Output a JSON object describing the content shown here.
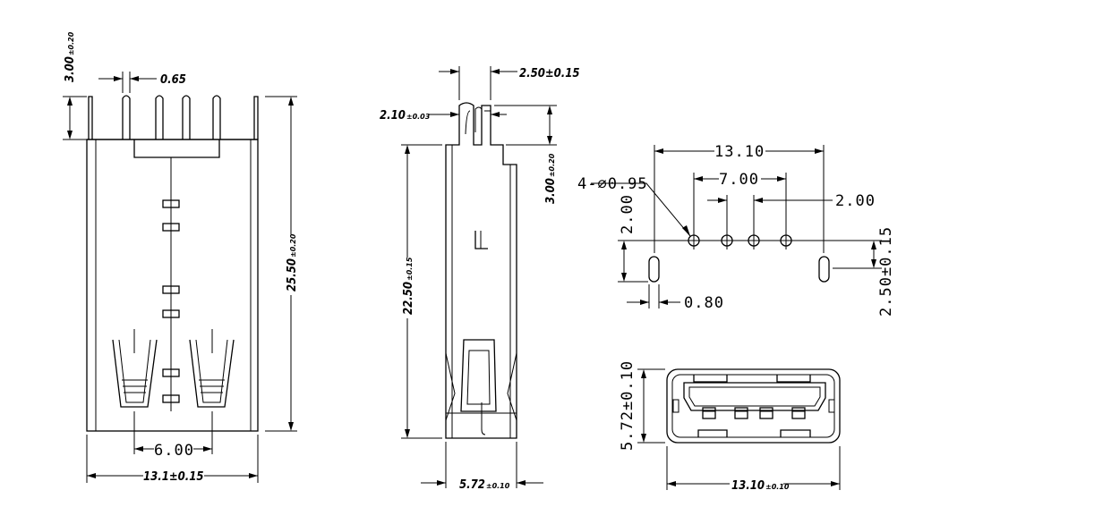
{
  "views": {
    "front": {
      "pin_height": "3.00",
      "pin_height_tol": "±0.20",
      "pin_width": "0.65",
      "body_height": "25.50",
      "body_height_tol": "±0.20",
      "spring_pitch": "6.00",
      "width": "13.1",
      "width_tol": "±0.15"
    },
    "side": {
      "pin_offset": "2.50",
      "pin_offset_tol": "±0.15",
      "pin_thickness": "2.10",
      "pin_thickness_tol": "±0.03",
      "pin_length": "3.00",
      "pin_length_tol": "±0.20",
      "height": "22.50",
      "height_tol": "±0.15",
      "depth": "5.72",
      "depth_tol": "±0.10"
    },
    "footprint": {
      "overall_width": "13.10",
      "hole_callout": "4-⌀0.95",
      "inner_spacing": "7.00",
      "pitch": "2.00",
      "row_offset": "2.00",
      "slot_width": "0.80",
      "slot_offset": "2.50±0.15"
    },
    "end": {
      "height": "5.72±0.10",
      "width": "13.10",
      "width_tol": "±0.10"
    }
  }
}
